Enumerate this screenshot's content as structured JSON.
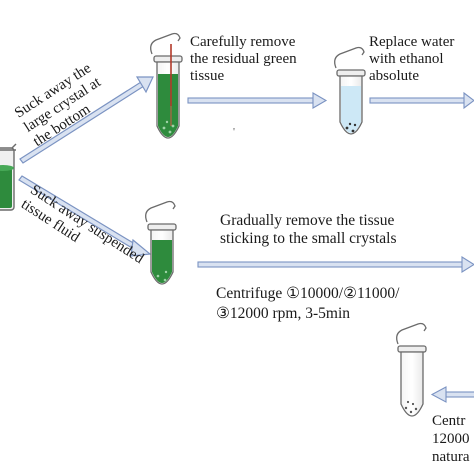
{
  "diagram": {
    "labels": {
      "top_branch": "Suck away the\nlarge crystal at\nthe bottom",
      "bottom_branch": "Suck away suspended\ntissue fluid",
      "step_remove_green": "Carefully remove\nthe residual green\ntissue",
      "step_replace_ethanol": "Replace water\nwith ethanol\nabsolute",
      "step_remove_tissue": "Gradually remove the tissue\nsticking to the small crystals",
      "step_centrifuge": "Centrifuge ①10000/②11000/\n③12000 rpm, 3-5min",
      "step_centrifuge_cut": "Centr\n12000\nnatura",
      "stray_mark": "'"
    },
    "colors": {
      "arrow": "#8fa6cf",
      "arrow_edge": "#6a84b8",
      "green_liquid": "#2e8b3d",
      "blue_liquid": "#cde8f6",
      "tube_outline": "#6b6b6b",
      "text": "#1a1a1a"
    },
    "icons": [
      "beaker-icon",
      "green-tube-icon",
      "blue-tube-icon",
      "clear-tube-icon",
      "pipette-icon"
    ]
  }
}
